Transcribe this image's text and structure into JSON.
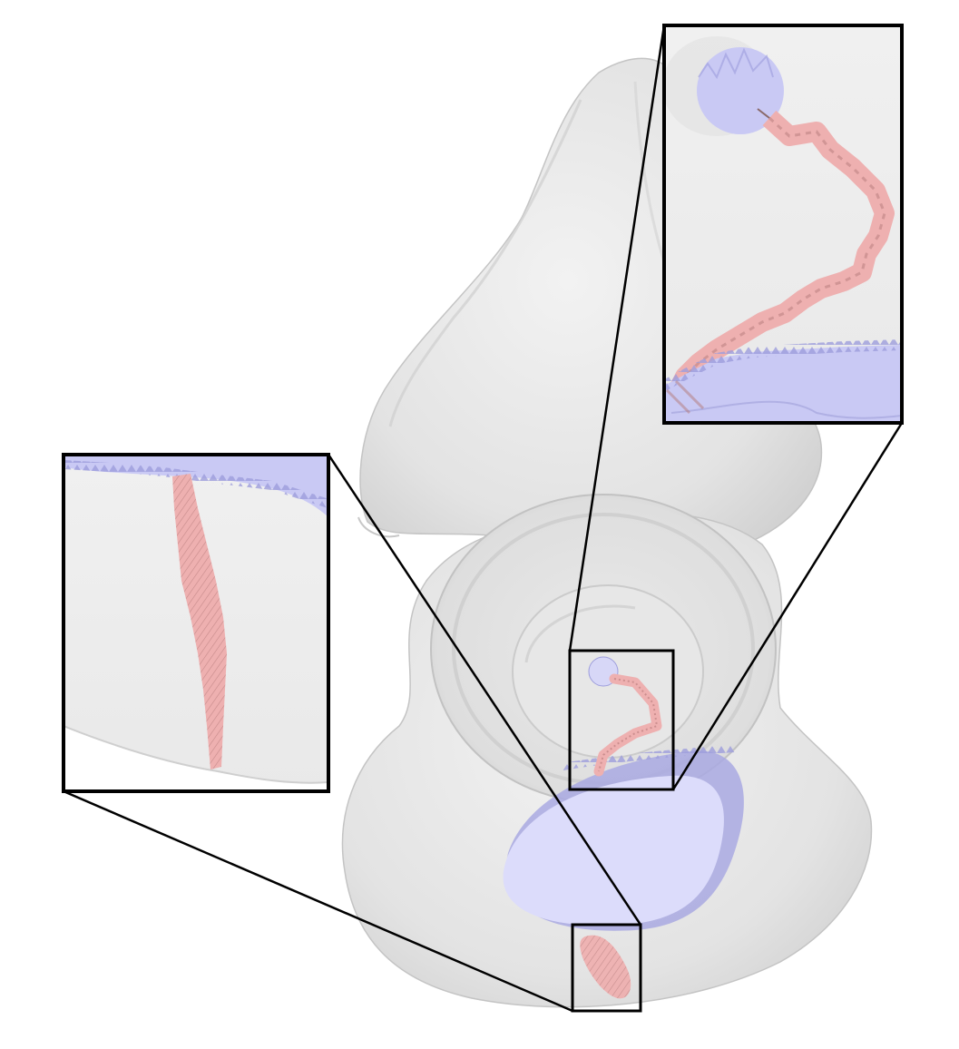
{
  "figure": {
    "kind": "3d-render-with-zoom-insets",
    "background": "#ffffff",
    "colors": {
      "bone": "#e6e6e6",
      "bone_shadow": "#c9c9c9",
      "bone_highlight": "#f4f4f4",
      "blue_region": "#c9c9f4",
      "blue_region_dark": "#9d9ddc",
      "red_path": "#eeb0b0",
      "red_path_dark": "#b57a7a",
      "frame": "#000000"
    },
    "insets": [
      {
        "name": "top-right-zoom",
        "depicts": "circular-start-region-and-red-path"
      },
      {
        "name": "left-zoom",
        "depicts": "red-path-near-blue-boundary"
      }
    ],
    "source_boxes": [
      {
        "name": "center-source-box",
        "linked_inset": "top-right-zoom"
      },
      {
        "name": "bottom-source-box",
        "linked_inset": "left-zoom"
      }
    ]
  }
}
